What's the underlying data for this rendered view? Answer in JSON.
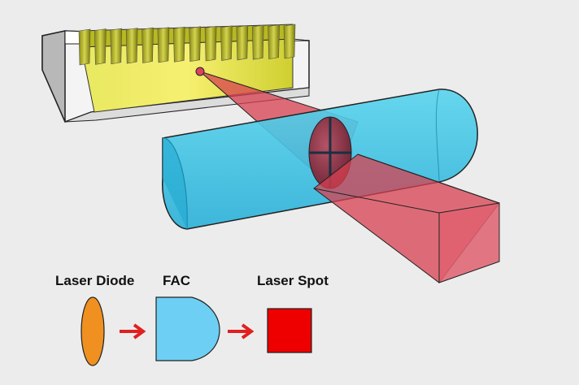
{
  "legend": {
    "items": [
      {
        "label": "Laser Diode",
        "shape": "ellipse",
        "color": "#f09020"
      },
      {
        "label": "FAC",
        "shape": "d-lens",
        "color": "#6dcff3"
      },
      {
        "label": "Laser Spot",
        "shape": "square",
        "color": "#ee0000"
      }
    ],
    "arrow_color": "#e02020"
  },
  "colors": {
    "background": "#ececec",
    "diode_face": "#dede40",
    "diode_housing": "#ffffff",
    "lens": "#38c4e6",
    "beam": "#e05060",
    "outline": "#222222"
  }
}
